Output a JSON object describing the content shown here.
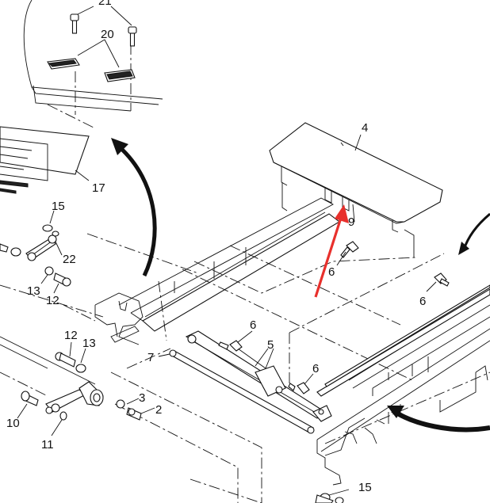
{
  "callouts": [
    "21",
    "20",
    "4",
    "17",
    "15",
    "9",
    "22",
    "6",
    "13",
    "12",
    "6",
    "6",
    "12",
    "13",
    "5",
    "7",
    "6",
    "3",
    "2",
    "10",
    "11",
    "15"
  ],
  "colors": {
    "arrow": "#e8302c",
    "ink": "#111111",
    "bar": "#222222"
  }
}
